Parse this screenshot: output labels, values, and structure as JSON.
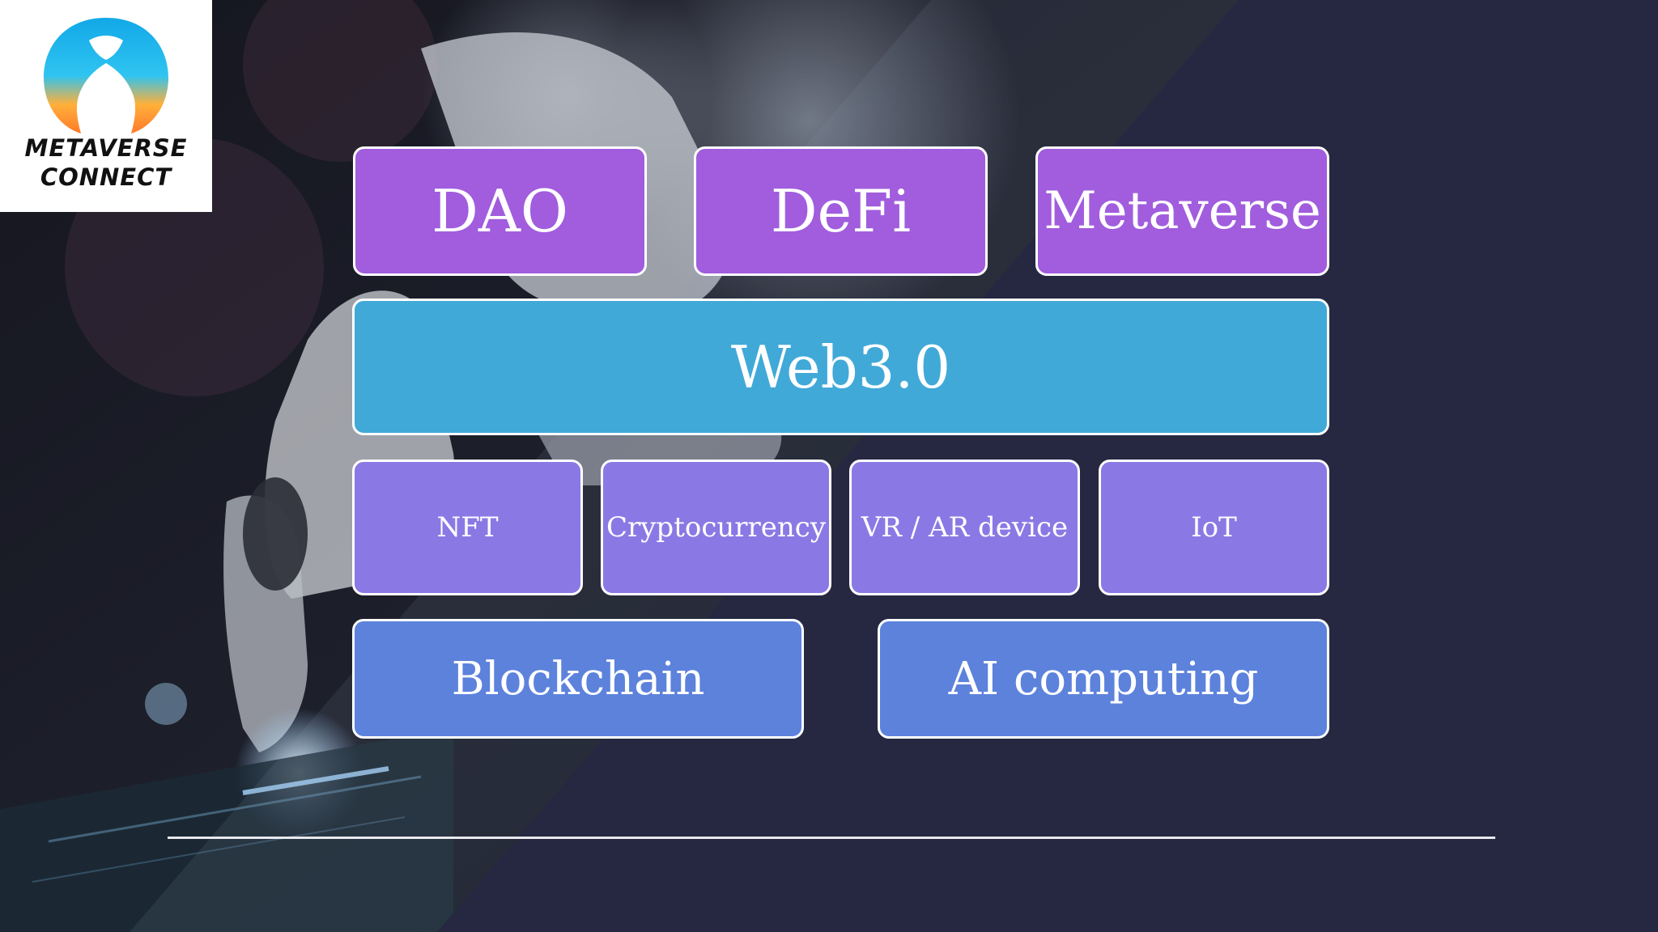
{
  "logo": {
    "line1": "METAVERSE",
    "line2": "CONNECT"
  },
  "diagram": {
    "top_row": [
      "DAO",
      "DeFi",
      "Metaverse"
    ],
    "center": "Web3.0",
    "tech_row": [
      "NFT",
      "Cryptocurrency",
      "VR / AR device",
      "IoT"
    ],
    "base_row": [
      "Blockchain",
      "AI computing"
    ]
  },
  "colors": {
    "background": "#262841",
    "top_row": "#a15ddd",
    "center": "#41a9d8",
    "tech_row": "#8a79e4",
    "base_row": "#5c82dc"
  }
}
